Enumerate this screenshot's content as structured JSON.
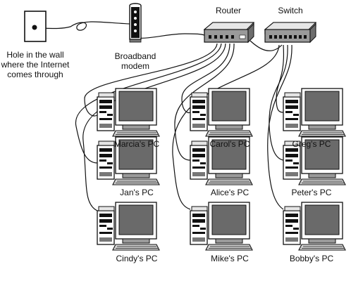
{
  "labels": {
    "wall_jack": [
      "Hole in the wall",
      "where the Internet",
      "comes through"
    ],
    "modem": [
      "Broadband",
      "modem"
    ],
    "router": "Router",
    "switch": "Switch"
  },
  "pcs": [
    "Marcia's PC",
    "Carol's PC",
    "Greg's PC",
    "Jan's PC",
    "Alice's PC",
    "Peter's PC",
    "Cindy's PC",
    "Mike's PC",
    "Bobby's PC"
  ]
}
